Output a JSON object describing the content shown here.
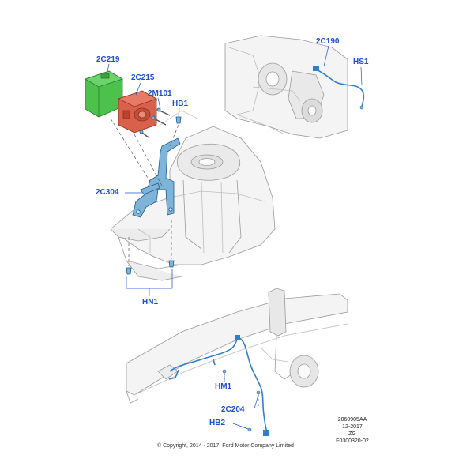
{
  "callouts": {
    "c2c219": "2C219",
    "c2c215": "2C215",
    "c2m101": "2M101",
    "chb1": "HB1",
    "c2c304": "2C304",
    "chn1": "HN1",
    "c2c190": "2C190",
    "chs1": "HS1",
    "chm1": "HM1",
    "c2c204": "2C204",
    "chb2": "HB2"
  },
  "reference": {
    "line1": "2060905AA",
    "line2": "12-2017",
    "line3": "ZG",
    "line4": "F0300320-02"
  },
  "copyright": "© Copyright, 2014 - 2017, Ford Motor Company Limited",
  "colors": {
    "callout_text": "#1f4fd1",
    "leader_line": "#1f4fd1",
    "module_green": "#4cc24c",
    "module_red": "#d9604a",
    "bracket_blue": "#7fb4da",
    "harness_blue": "#2f7fd0",
    "body_line": "#9a9a9a",
    "body_fill": "#f4f4f4"
  }
}
